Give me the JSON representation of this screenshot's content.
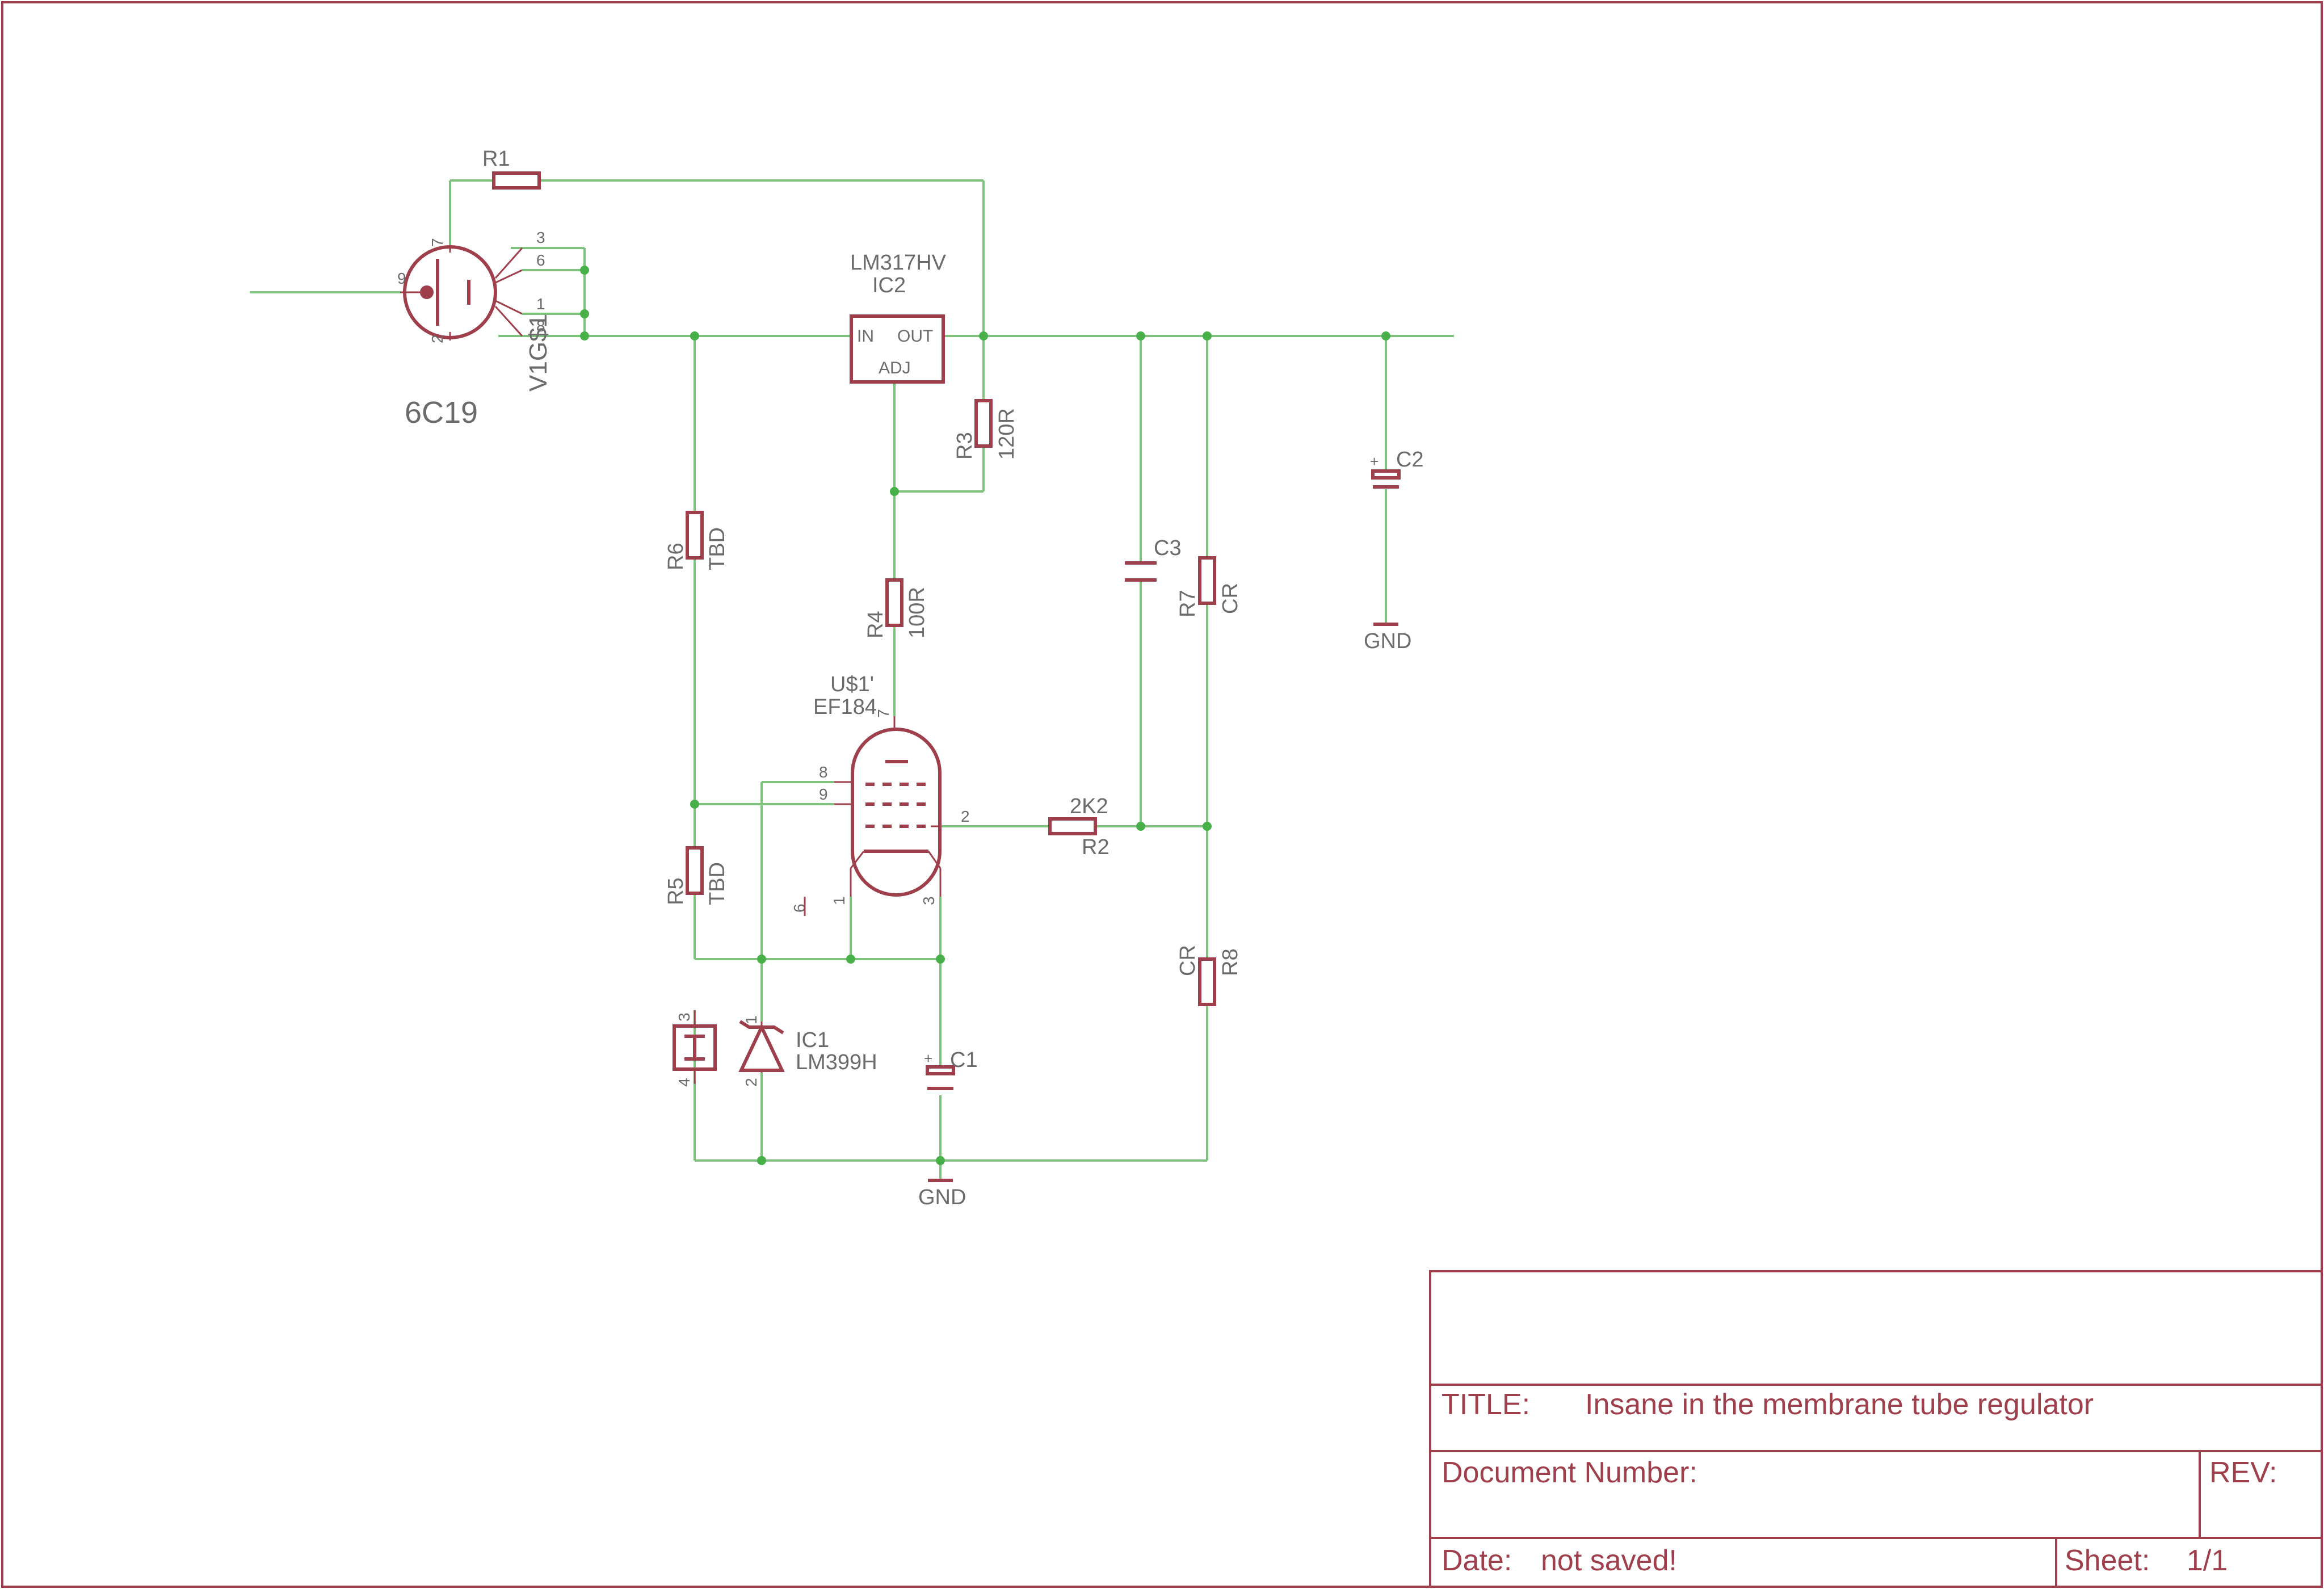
{
  "components": {
    "r1": {
      "ref": "R1"
    },
    "r2": {
      "ref": "R2",
      "value": "2K2"
    },
    "r3": {
      "ref": "R3",
      "value": "120R"
    },
    "r4": {
      "ref": "R4",
      "value": "100R"
    },
    "r5": {
      "ref": "R5",
      "value": "TBD"
    },
    "r6": {
      "ref": "R6",
      "value": "TBD"
    },
    "r7": {
      "ref": "R7",
      "value": "CR"
    },
    "r8": {
      "ref": "R8",
      "value": "CR"
    },
    "c1": {
      "ref": "C1",
      "polarity": "+"
    },
    "c2": {
      "ref": "C2",
      "polarity": "+"
    },
    "c3": {
      "ref": "C3"
    },
    "ic1": {
      "ref": "IC1",
      "value": "LM399H",
      "pin1": "1",
      "pin2": "2",
      "pin3": "3",
      "pin4": "4"
    },
    "ic2": {
      "ref": "IC2",
      "value": "LM317HV",
      "pin_in": "IN",
      "pin_out": "OUT",
      "pin_adj": "ADJ"
    },
    "v1": {
      "ref": "V1G$1",
      "value": "6C19",
      "pin9": "9",
      "pin7": "7",
      "pin2": "2",
      "pin3": "3",
      "pin6": "6",
      "pin1": "1",
      "pin8": "8"
    },
    "u1": {
      "ref": "U$1'",
      "value": "EF184",
      "pin7": "7",
      "pin8": "8",
      "pin9": "9",
      "pin2": "2",
      "pin1": "1",
      "pin3": "3",
      "pin6": "6"
    }
  },
  "grounds": {
    "gnd1": "GND",
    "gnd2": "GND"
  },
  "title_block": {
    "title_label": "TITLE:",
    "title_value": "Insane in the membrane tube regulator",
    "docnum_label": "Document Number:",
    "rev_label": "REV:",
    "date_label": "Date:",
    "date_value": "not saved!",
    "sheet_label": "Sheet:",
    "sheet_value": "1/1"
  },
  "colors": {
    "frame": "#9e3f4b",
    "wire": "#7ec27e",
    "junction": "#48b048",
    "label_text": "#6b6b6b"
  }
}
